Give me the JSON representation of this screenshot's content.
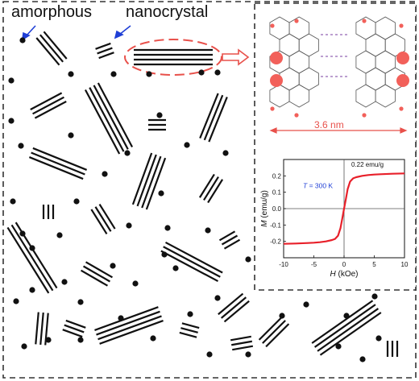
{
  "labels": {
    "amorphous": "amorphous",
    "nanocrystal": "nanocrystal",
    "size": "3.6 nm"
  },
  "colors": {
    "accent_red": "#e8504a",
    "line": "#111111",
    "border": "#333333"
  },
  "chart_data": {
    "type": "line",
    "title": "",
    "xlabel_italic": "H",
    "xlabel_unit": " (kOe)",
    "ylabel_italic": "M",
    "ylabel_unit": " (emu/g)",
    "xlim": [
      -10,
      10
    ],
    "ylim": [
      -0.3,
      0.3
    ],
    "xticks": [
      -10,
      -5,
      0,
      5,
      10
    ],
    "yticks": [
      -0.2,
      -0.1,
      0.0,
      0.1,
      0.2
    ],
    "ytick_labels": [
      "-0.2",
      "-0.1",
      "0.0",
      "0.1",
      "0.2"
    ],
    "annotation_temp_italic": "T",
    "annotation_temp_rest": " = 300 K",
    "annotation_ms": "0.22 emu/g",
    "grid": false,
    "series": [
      {
        "color": "#e8202a",
        "x": [
          -10,
          -8,
          -6,
          -5,
          -4,
          -3,
          -2,
          -1.5,
          -1,
          -0.6,
          -0.3,
          0,
          0.3,
          0.6,
          1,
          1.5,
          2,
          3,
          4,
          5,
          6,
          8,
          10
        ],
        "y": [
          -0.215,
          -0.213,
          -0.21,
          -0.208,
          -0.205,
          -0.2,
          -0.192,
          -0.185,
          -0.165,
          -0.12,
          -0.06,
          0,
          0.06,
          0.12,
          0.165,
          0.185,
          0.192,
          0.2,
          0.205,
          0.208,
          0.21,
          0.213,
          0.215
        ]
      }
    ]
  }
}
